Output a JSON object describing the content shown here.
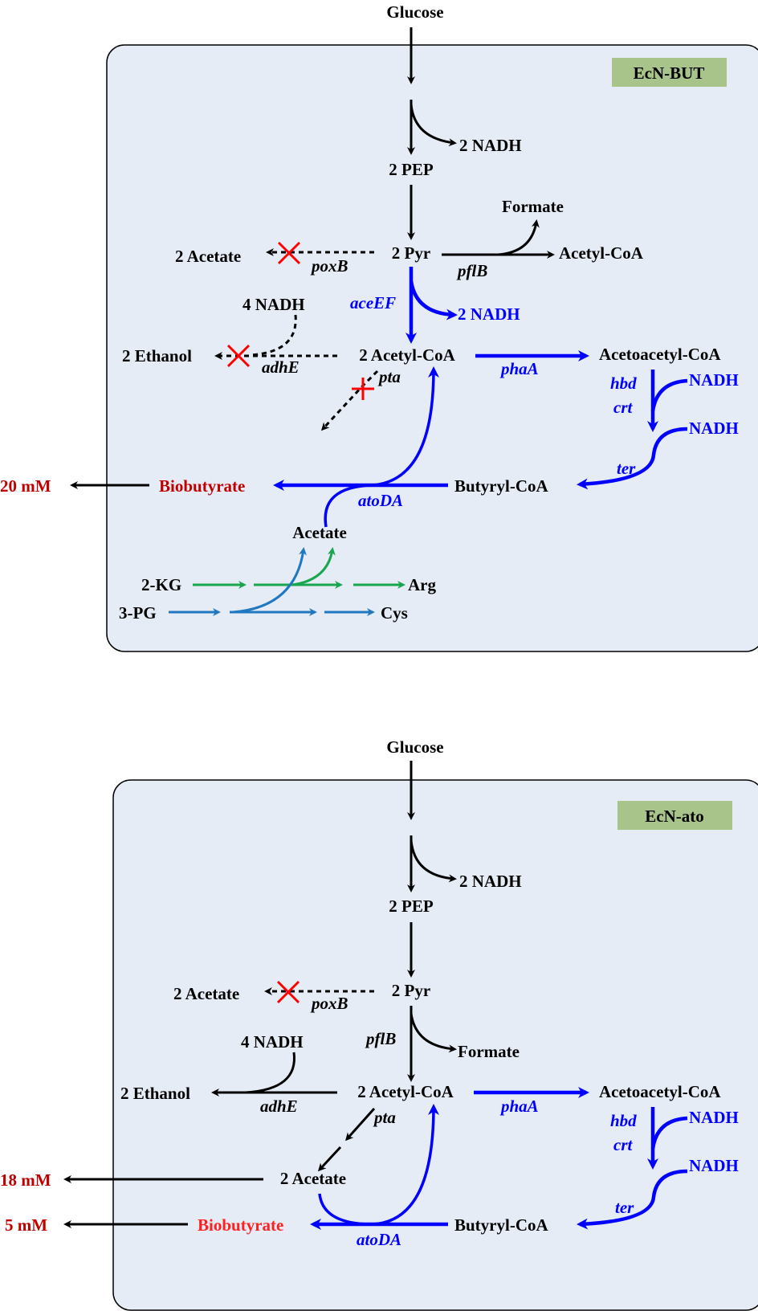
{
  "colors": {
    "panel_bg": "#e6ecf6",
    "label_bg": "#a9c48a",
    "black": "#000000",
    "blue": "#0000ff",
    "red_text": "#c00000",
    "bright_red": "#ff2020",
    "green": "#19a64f",
    "steel_blue": "#1f78c0",
    "cross": "#ff0000"
  },
  "panel1": {
    "label": "EcN-BUT",
    "glucose": "Glucose",
    "nadh_pep": "2 NADH",
    "pep": "2 PEP",
    "formate": "Formate",
    "acetate_left": "2 Acetate",
    "poxB": "poxB",
    "pyr": "2 Pyr",
    "pflB": "pflB",
    "acetyl_coa_right": "Acetyl-CoA",
    "nadh4": "4 NADH",
    "aceEF": "aceEF",
    "nadh_pdh": "2 NADH",
    "ethanol": "2 Ethanol",
    "adhE": "adhE",
    "acetyl_coa": "2 Acetyl-CoA",
    "phaA": "phaA",
    "acetoacetyl_coa": "Acetoacetyl-CoA",
    "pta": "pta",
    "hbd": "hbd",
    "crt": "crt",
    "nadh_a": "NADH",
    "nadh_b": "NADH",
    "ter": "ter",
    "conc": "20 mM",
    "biobutyrate": "Biobutyrate",
    "butyryl_coa": "Butyryl-CoA",
    "atoDA": "atoDA",
    "acetate": "Acetate",
    "kg": "2-KG",
    "arg": "Arg",
    "pg": "3-PG",
    "cys": "Cys"
  },
  "panel2": {
    "label": "EcN-ato",
    "glucose": "Glucose",
    "nadh_pep": "2 NADH",
    "pep": "2 PEP",
    "acetate_left": "2 Acetate",
    "poxB": "poxB",
    "pyr": "2 Pyr",
    "nadh4": "4 NADH",
    "pflB": "pflB",
    "formate": "Formate",
    "ethanol": "2 Ethanol",
    "adhE": "adhE",
    "acetyl_coa": "2 Acetyl-CoA",
    "phaA": "phaA",
    "acetoacetyl_coa": "Acetoacetyl-CoA",
    "pta": "pta",
    "hbd": "hbd",
    "crt": "crt",
    "nadh_a": "NADH",
    "nadh_b": "NADH",
    "conc_acetate": "18 mM",
    "acetate2": "2 Acetate",
    "ter": "ter",
    "conc_butyrate": "5 mM",
    "biobutyrate": "Biobutyrate",
    "butyryl_coa": "Butyryl-CoA",
    "atoDA": "atoDA"
  }
}
